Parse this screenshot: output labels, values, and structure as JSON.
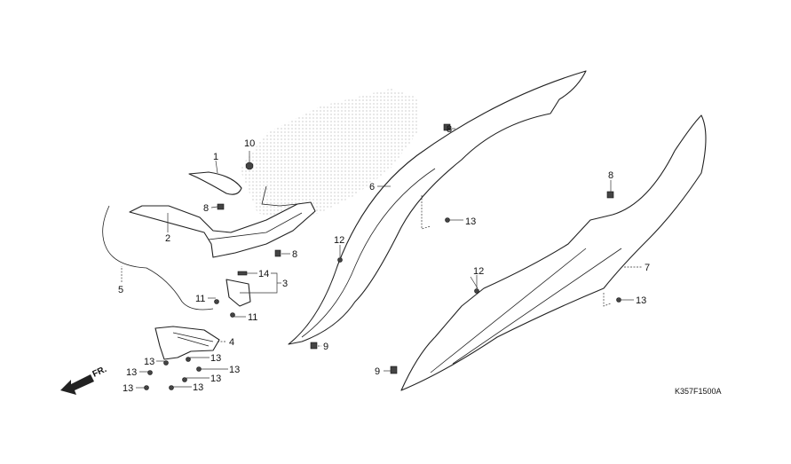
{
  "diagram": {
    "code": "K357F1500A",
    "front_marker": "FR.",
    "callouts": {
      "p1": "1",
      "p2": "2",
      "p3": "3",
      "p4": "4",
      "p5": "5",
      "p6": "6",
      "p7": "7",
      "p8a": "8",
      "p8b": "8",
      "p8c": "8",
      "p8d": "8",
      "p9a": "9",
      "p9b": "9",
      "p10": "10",
      "p11a": "11",
      "p11b": "11",
      "p12a": "12",
      "p12b": "12",
      "p13a": "13",
      "p13b": "13",
      "p13c": "13",
      "p13d": "13",
      "p13e": "13",
      "p13f": "13",
      "p13g": "13",
      "p13h": "13",
      "p13i": "13",
      "p14": "14"
    }
  }
}
